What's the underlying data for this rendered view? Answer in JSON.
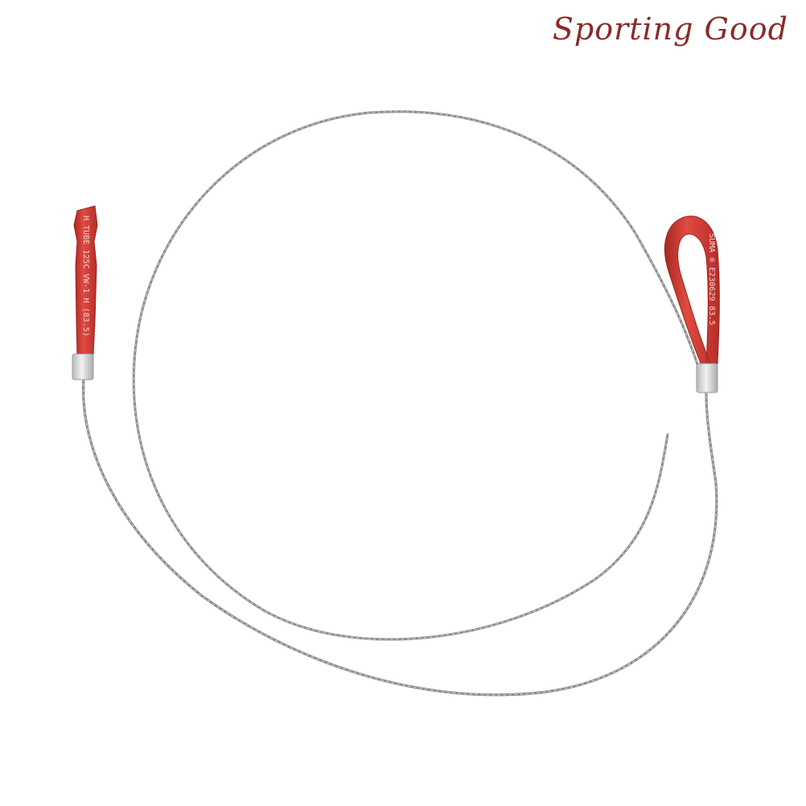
{
  "watermark": {
    "text": "Sporting Good",
    "color": "#8b2a2a"
  },
  "product": {
    "wire_color": "#8a8a8a",
    "wire_highlight": "#c8c8c8",
    "handle_color": "#d23a34",
    "handle_shade": "#a82822",
    "ferrule_color": "#d9dadc",
    "left_handle_print": "H TUBE 125C VW-1 H (83.5)",
    "right_handle_print": "SUMA ® E230629 83.5"
  }
}
